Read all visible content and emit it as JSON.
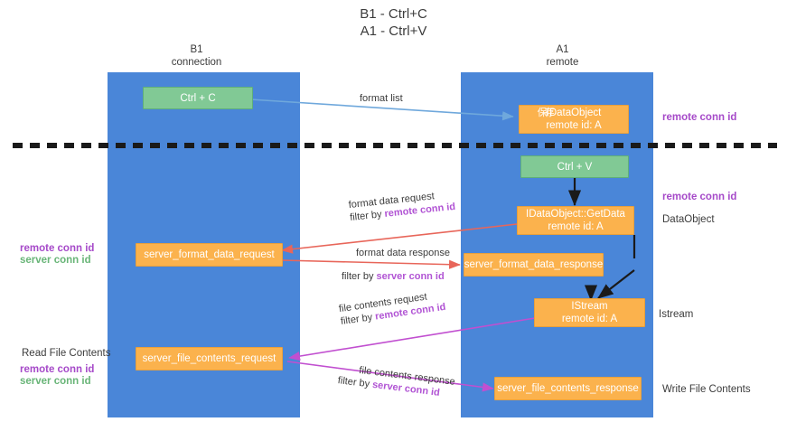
{
  "title": "B1 - Ctrl+C\nA1 - Ctrl+V",
  "columns": [
    {
      "name": "left-column",
      "header": "B1\nconnection"
    },
    {
      "name": "right-column",
      "header": "A1\nremote"
    }
  ],
  "nodes": {
    "ctrl_c": {
      "line1": "Ctrl + C",
      "line2": "",
      "color": "#81c995"
    },
    "save_idataobject": {
      "line1": "IDataObject",
      "line1_overlay": "保存",
      "line2": "remote id: A",
      "color": "#fbb24d"
    },
    "ctrl_v": {
      "line1": "Ctrl + V",
      "line2": "",
      "color": "#81c995"
    },
    "getdata": {
      "line1": "IDataObject::GetData",
      "line2": "remote id: A",
      "color": "#fbb24d"
    },
    "fmt_req": {
      "line1": "server_format_data_request",
      "line2": "",
      "color": "#fbb24d"
    },
    "fmt_resp": {
      "line1": "server_format_data_response",
      "line2": "",
      "color": "#fbb24d"
    },
    "istream": {
      "line1": "IStream",
      "line2": "remote id: A",
      "color": "#fbb24d"
    },
    "file_req": {
      "line1": "server_file_contents_request",
      "line2": "",
      "color": "#fbb24d"
    },
    "file_resp": {
      "line1": "server_file_contents_response",
      "line2": "",
      "color": "#fbb24d"
    }
  },
  "edges": {
    "format_list": {
      "line1": "format list",
      "line2": "",
      "line2_hl": ""
    },
    "format_data_request": {
      "line1": "format data request",
      "line2_prefix": "filter by ",
      "line2_hl": "remote conn id"
    },
    "format_data_response": {
      "line1": "format data response",
      "line2_prefix": "filter by ",
      "line2_hl": "server conn id"
    },
    "file_contents_request": {
      "line1": "file contents request",
      "line2_prefix": "filter by ",
      "line2_hl": "remote conn id"
    },
    "file_contents_response": {
      "line1": "file contents response",
      "line2_prefix": "filter by ",
      "line2_hl": "server conn id"
    }
  },
  "side_labels": {
    "right_remote_conn_1": "remote conn id",
    "right_remote_conn_2": "remote conn id",
    "right_dataobject": "DataObject",
    "right_istream": "Istream",
    "right_write_file": "Write File Contents",
    "left_remote_conn": "remote conn id",
    "left_server_conn": "server conn id",
    "left_read_file": "Read File Contents",
    "left_remote_conn_2": "remote conn id",
    "left_server_conn_2": "server conn id"
  },
  "colors": {
    "lane": "#4a86d8",
    "node_orange": "#fbb24d",
    "node_green": "#81c995",
    "purple": "#a64ac9",
    "green_text": "#69b578",
    "arrow_blue": "#6fa8dc",
    "arrow_red": "#e8665a",
    "arrow_magenta": "#c14fd0",
    "arrow_black": "#1a1a1a",
    "divider": "#1a1a1a"
  }
}
